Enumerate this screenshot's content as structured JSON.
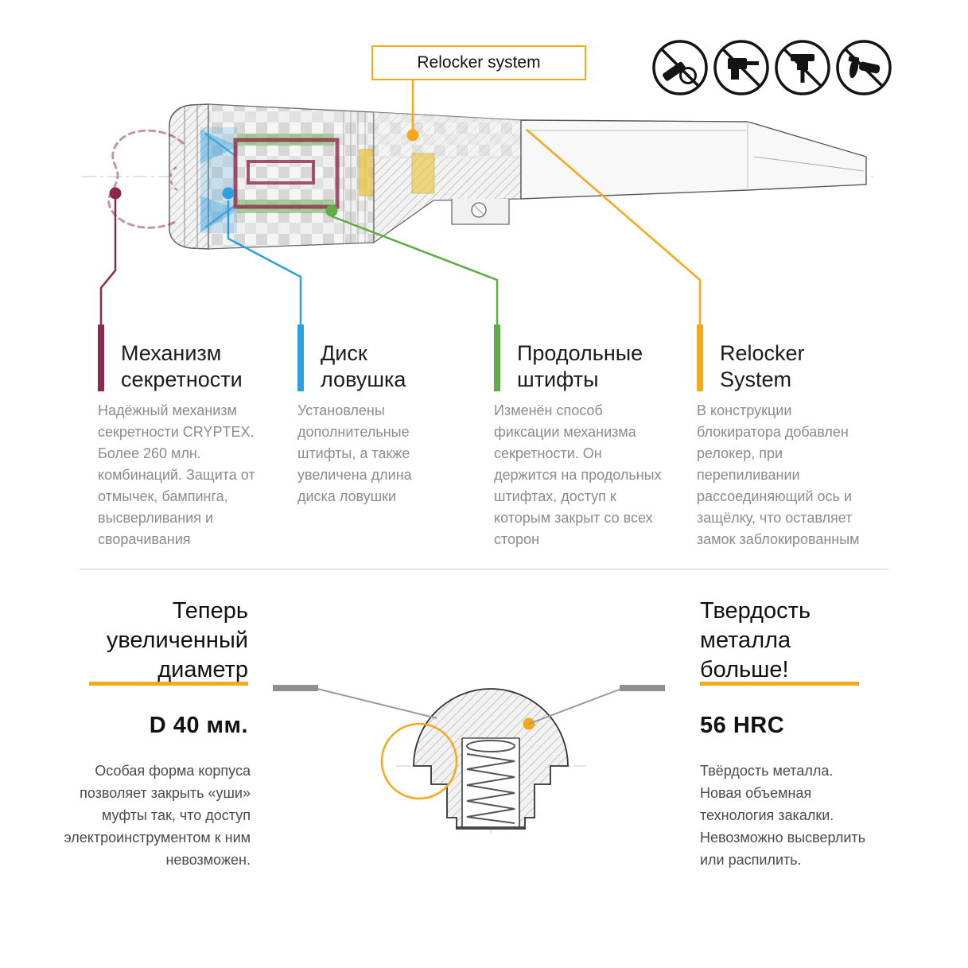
{
  "theme": {
    "maroon": "#8E2A49",
    "blue": "#2D9FDB",
    "green": "#5EAC45",
    "yellow": "#F6A81C",
    "leader_gray": "#8f8f8f",
    "text_dark": "#141414",
    "text_gray": "#8b8b8b",
    "text_body": "#4a4a4a"
  },
  "callout_box": {
    "label": "Relocker system"
  },
  "prohibitions": {
    "icons": [
      {
        "name": "no-die-grinder"
      },
      {
        "name": "no-power-drill"
      },
      {
        "name": "no-hammer-drill"
      },
      {
        "name": "no-angle-grinder"
      }
    ]
  },
  "features": [
    {
      "title": "Механизм\nсекретности",
      "color": "#8E2A49",
      "body": "Надёжный механизм секретности CRYPTEX. Более 260 млн. комбинаций. Защита от отмычек, бампинга, высверливания и сворачивания"
    },
    {
      "title": "Диск\nловушка",
      "color": "#2D9FDB",
      "body": "Установлены дополнительные штифты, а также увеличена длина диска ловушки"
    },
    {
      "title": "Продольные\nштифты",
      "color": "#5EAC45",
      "body": "Изменён способ фиксации механизма секретности. Он держится на продольных штифтах, доступ к которым закрыт со всех сторон"
    },
    {
      "title": "Relocker\nSystem",
      "color": "#F6A81C",
      "body": "В конструкции блокиратора добавлен релокер, при перепиливании рассоединяющий ось и защёлку, что оставляет замок заблокированным"
    }
  ],
  "lower": {
    "left": {
      "heading": "Теперь\nувеличенный\nдиаметр",
      "value": "D 40 мм.",
      "body": "Особая форма корпуса позволяет закрыть «уши» муфты так, что доступ электроинструментом к ним невозможен."
    },
    "right": {
      "heading": "Твердость\nметалла\nбольше!",
      "value": "56 HRC",
      "body": "Твёрдость металла. Новая объемная технология закалки. Невозможно высверлить или распилить."
    }
  }
}
